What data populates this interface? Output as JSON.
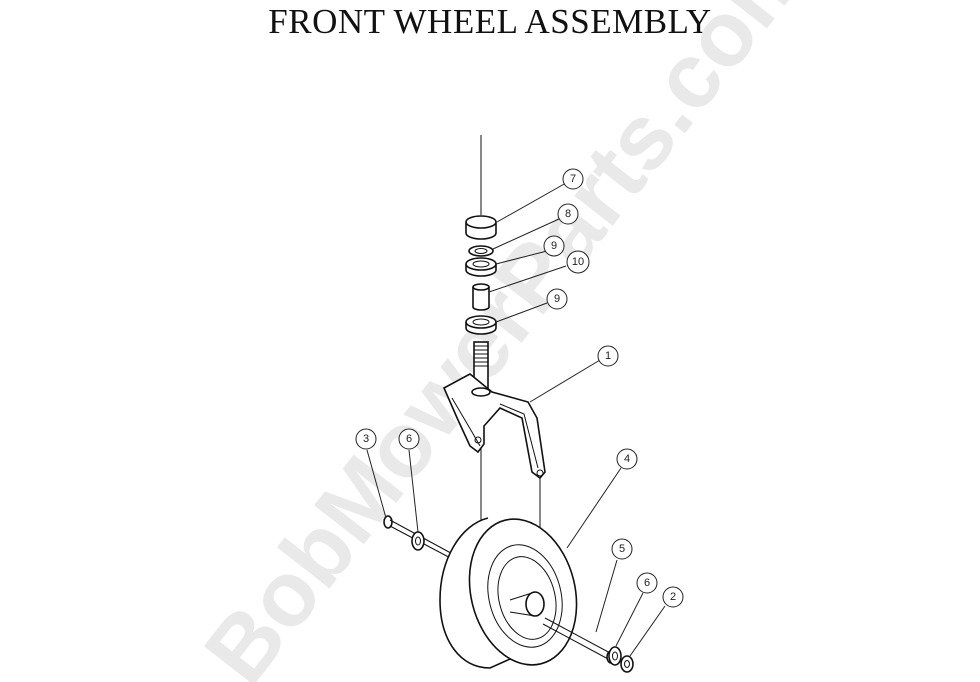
{
  "title": "FRONT WHEEL ASSEMBLY",
  "watermark": "BobMowerParts.com",
  "callouts": [
    "7",
    "8",
    "9",
    "10",
    "9",
    "1",
    "3",
    "6",
    "4",
    "5",
    "6",
    "2"
  ]
}
